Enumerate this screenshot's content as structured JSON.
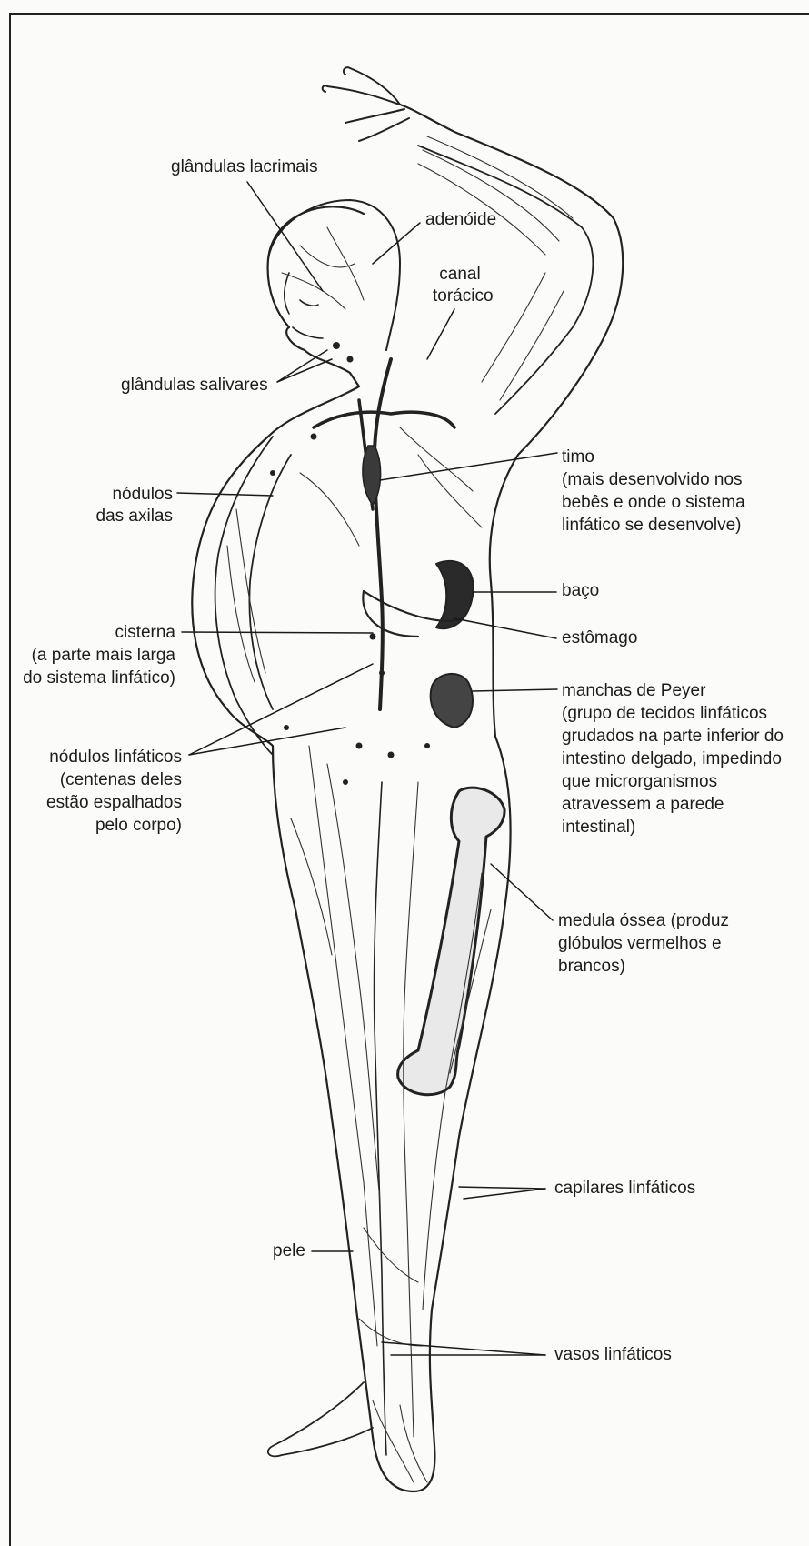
{
  "labels": {
    "glandulas_lacrimais": "glândulas lacrimais",
    "adenoide": "adenóide",
    "canal_toracico": [
      "canal",
      "torácico"
    ],
    "glandulas_salivares": "glândulas salivares",
    "timo": [
      "timo",
      "(mais desenvolvido nos",
      "bebês e onde o sistema",
      "linfático se desenvolve)"
    ],
    "nodulos_axilas": [
      "nódulos",
      "das axilas"
    ],
    "baco": "baço",
    "cisterna": [
      "cisterna",
      "(a parte mais larga",
      "do sistema linfático)"
    ],
    "estomago": "estômago",
    "manchas_peyer": [
      "manchas de Peyer",
      "(grupo de tecidos linfáticos",
      "grudados na parte inferior do",
      "intestino delgado, impedindo",
      "que microrganismos",
      "atravessem a parede",
      "intestinal)"
    ],
    "nodulos_linfaticos": [
      "nódulos linfáticos",
      "(centenas deles",
      "estão espalhados",
      "pelo corpo)"
    ],
    "medula_ossea": [
      "medula óssea (produz",
      "glóbulos vermelhos e",
      "brancos)"
    ],
    "capilares_linfaticos": "capilares linfáticos",
    "pele": "pele",
    "vasos_linfaticos": "vasos linfáticos"
  },
  "colors": {
    "ink": "#1c1c1c",
    "paper": "#fbfbfa"
  }
}
